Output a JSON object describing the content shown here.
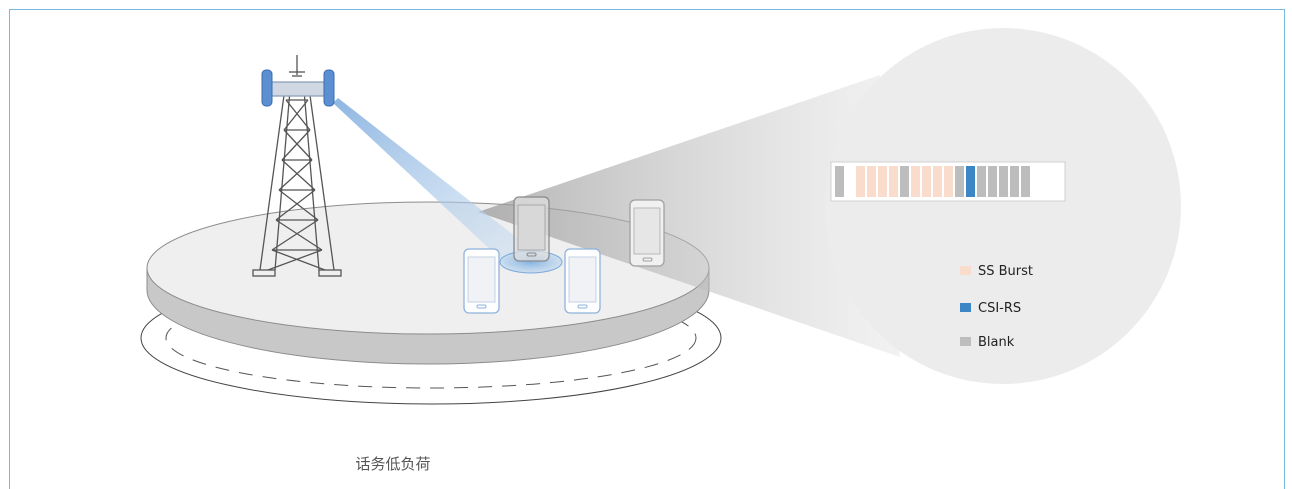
{
  "caption": "话务低负荷",
  "colors": {
    "ss_burst": "#f9dccb",
    "csi_rs": "#3d86c5",
    "blank": "#bdbdbd",
    "frame_border": "#79b9de",
    "beam": "#a8c8e8",
    "zoom_circle": "#eeeeee"
  },
  "slot_sequence": [
    "blank",
    "ss_burst",
    "ss_burst",
    "ss_burst",
    "ss_burst",
    "blank",
    "ss_burst",
    "ss_burst",
    "ss_burst",
    "ss_burst",
    "blank",
    "csi_rs",
    "blank",
    "blank",
    "blank",
    "blank",
    "blank"
  ],
  "legend": [
    {
      "key": "ss_burst",
      "label": "SS Burst"
    },
    {
      "key": "csi_rs",
      "label": "CSI-RS"
    },
    {
      "key": "blank",
      "label": "Blank"
    }
  ],
  "icons": {
    "tower": "cell-tower-icon",
    "phone": "smartphone-icon"
  }
}
